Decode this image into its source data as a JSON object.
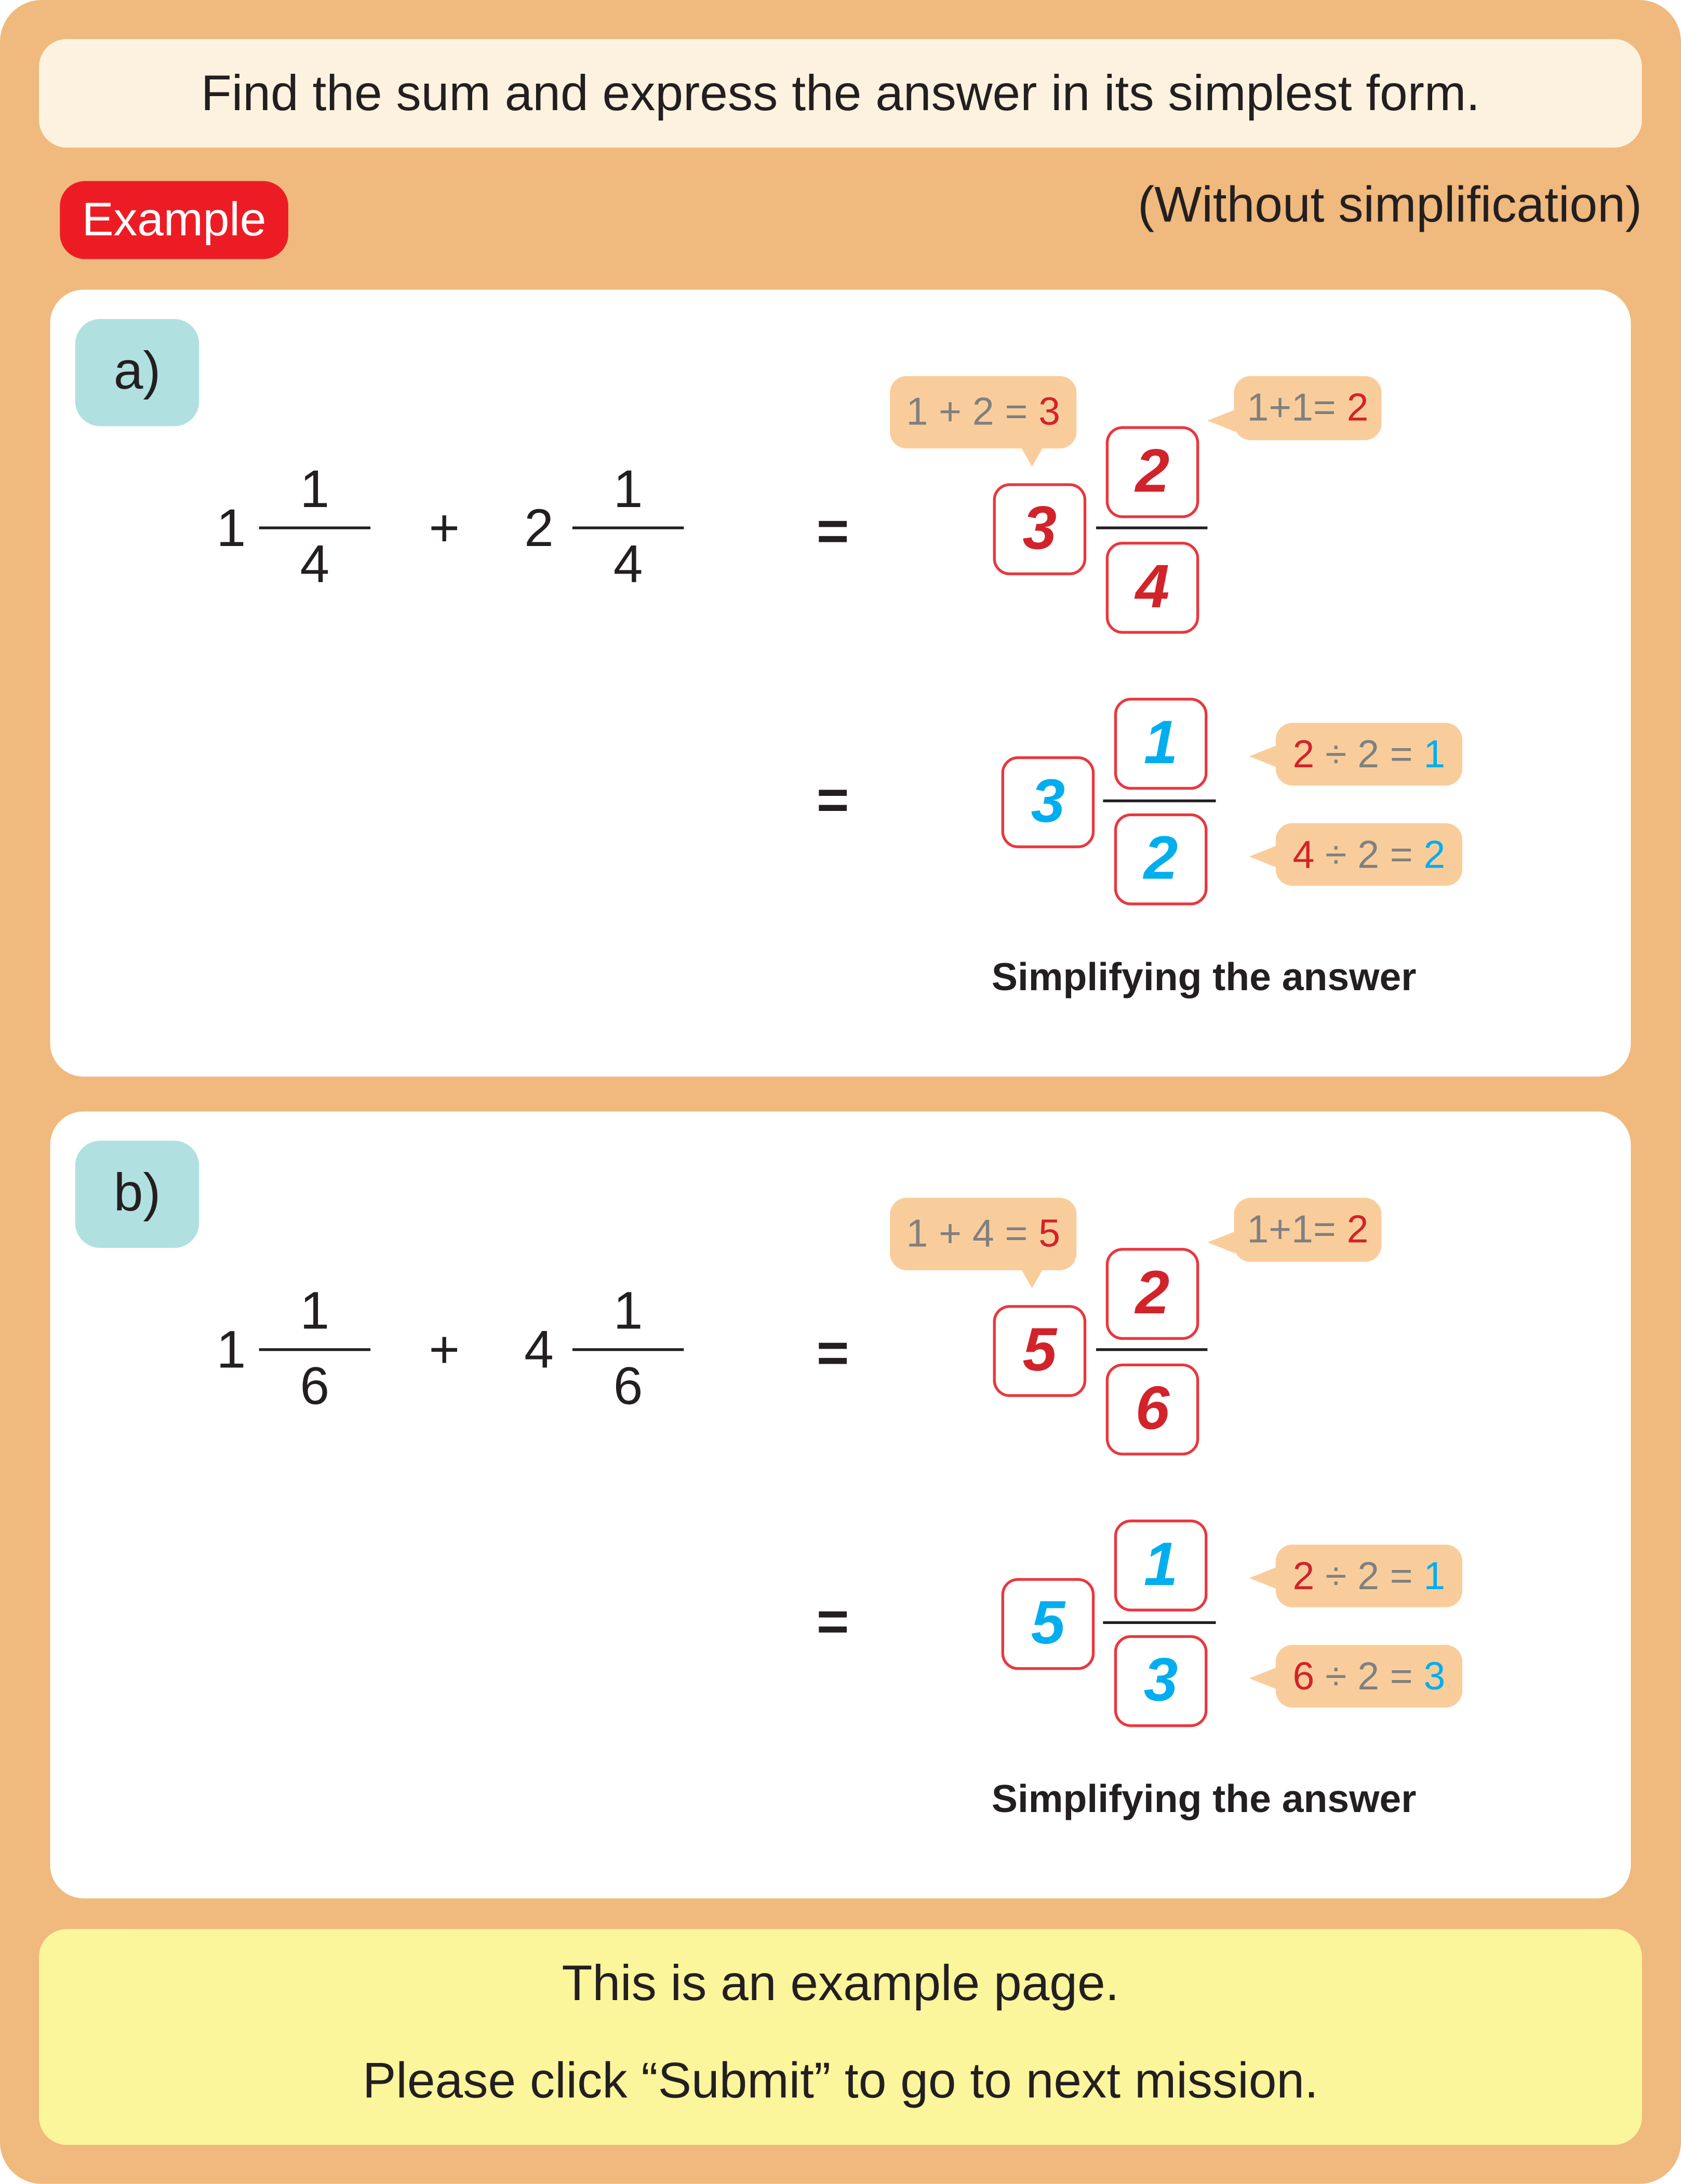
{
  "header": {
    "instruction": "Find the sum and express the answer in its simplest form.",
    "overlay": "(Without simplification)"
  },
  "example_badge": "Example",
  "panels": [
    {
      "label": "a)",
      "whole1": "1",
      "num1": "1",
      "den1": "4",
      "plus": "+",
      "whole2": "2",
      "num2": "1",
      "den2": "4",
      "equals": "=",
      "hint_whole": {
        "expr": "1 + 2 = ",
        "result": "3"
      },
      "hint_num": {
        "expr": "1+1= ",
        "result": "2"
      },
      "answer_unsimplified": {
        "whole": "3",
        "num": "2",
        "den": "4"
      },
      "answer_simplified": {
        "whole": "3",
        "num": "1",
        "den": "2"
      },
      "hint_simp_num": {
        "a": "2",
        "op": " ÷ 2 = ",
        "b": "1"
      },
      "hint_simp_den": {
        "a": "4",
        "op": " ÷ 2 = ",
        "b": "2"
      },
      "caption": "Simplifying the answer"
    },
    {
      "label": "b)",
      "whole1": "1",
      "num1": "1",
      "den1": "6",
      "plus": "+",
      "whole2": "4",
      "num2": "1",
      "den2": "6",
      "equals": "=",
      "hint_whole": {
        "expr": "1 + 4 = ",
        "result": "5"
      },
      "hint_num": {
        "expr": "1+1= ",
        "result": "2"
      },
      "answer_unsimplified": {
        "whole": "5",
        "num": "2",
        "den": "6"
      },
      "answer_simplified": {
        "whole": "5",
        "num": "1",
        "den": "3"
      },
      "hint_simp_num": {
        "a": "2",
        "op": " ÷ 2 = ",
        "b": "1"
      },
      "hint_simp_den": {
        "a": "6",
        "op": " ÷ 2 = ",
        "b": "3"
      },
      "caption": "Simplifying the answer"
    }
  ],
  "footer": {
    "line1": "This is an example page.",
    "line2": "Please click “Submit” to go to next mission."
  },
  "colors": {
    "background": "#F0B97D",
    "badge": "#ED1C24",
    "red": "#D2232A",
    "blue": "#00AEEF",
    "label_bg": "#B1E0E0",
    "footer_bg": "#FBF59C"
  }
}
